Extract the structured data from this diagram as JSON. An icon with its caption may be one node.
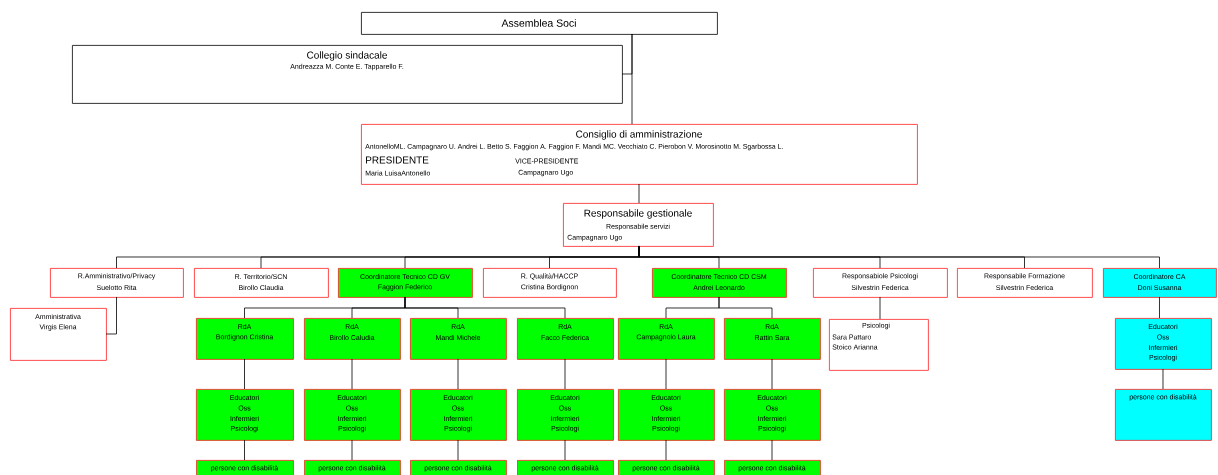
{
  "diagram": {
    "nodes": [
      {
        "text": [
          "Assemblea Soci"
        ]
      },
      {
        "text": [
          "Collegio sindacale",
          "Andreazza M.  Conte E.  Tapparello F."
        ]
      },
      {
        "text": [
          "Consiglio di amministrazione",
          "AntonelloML. Campagnaro U. Andrei L. Betto S. Faggion A. Faggion F. Mandi MC. Vecchiato C. Pierobon V. Morosinotto M. Sgarbossa L.",
          "PRESIDENTE",
          "VICE-PRESIDENTE",
          "Maria LuisaAntonello",
          "Campagnaro Ugo"
        ]
      },
      {
        "text": [
          "Responsabile gestionale",
          "Responsabile servizi",
          "Campagnaro Ugo"
        ]
      },
      {
        "text": [
          "R.Amministrativo/Privacy",
          "Suelotto Rita"
        ]
      },
      {
        "text": [
          "R. Territorio/SCN",
          "Birollo Claudia"
        ]
      },
      {
        "text": [
          "Coordinatore Tecnico CD GV",
          "Faggion Federico"
        ]
      },
      {
        "text": [
          "R. Qualità/HACCP",
          "Cristina Bordignon"
        ]
      },
      {
        "text": [
          "Coordinatore Tecnico CD CSM",
          "Andrei Leonardo"
        ]
      },
      {
        "text": [
          "Responsabiole Psicologi",
          "Silvestrin Federica"
        ]
      },
      {
        "text": [
          "Responsabile Formazione",
          "Silvestrin Federica"
        ]
      },
      {
        "text": [
          "Coordinatore CA",
          "Doni Susanna"
        ]
      },
      {
        "text": [
          "Amministrativa",
          "Virgis Elena"
        ]
      },
      {
        "text": [
          "RdA",
          "Bordignon Cristina"
        ]
      },
      {
        "text": [
          "RdA",
          "Birollo Caludia"
        ]
      },
      {
        "text": [
          "RdA",
          "Mandi Michele"
        ]
      },
      {
        "text": [
          "RdA",
          "Facco Federica"
        ]
      },
      {
        "text": [
          "RdA",
          "Campagnolo Laura"
        ]
      },
      {
        "text": [
          "RdA",
          "Rattin Sara"
        ]
      },
      {
        "text": [
          "Psicologi",
          "Sara Pattaro",
          "Stoico Arianna"
        ]
      },
      {
        "text": [
          "Educatori",
          "Oss",
          "Infermieri",
          "Psicologi"
        ]
      },
      {
        "text": [
          "Educatori",
          "Oss",
          "Infermieri",
          "Psicologi"
        ]
      },
      {
        "text": [
          "Educatori",
          "Oss",
          "Infermieri",
          "Psicologi"
        ]
      },
      {
        "text": [
          "Educatori",
          "Oss",
          "Infermieri",
          "Psicologi"
        ]
      },
      {
        "text": [
          "Educatori",
          "Oss",
          "Infermieri",
          "Psicologi"
        ]
      },
      {
        "text": [
          "Educatori",
          "Oss",
          "Infermieri",
          "Psicologi"
        ]
      },
      {
        "text": [
          "Educatori",
          "Oss",
          "Infermieri",
          "Psicologi"
        ]
      },
      {
        "text": [
          "persone con disabilità"
        ]
      },
      {
        "text": [
          "persone con disabilità"
        ]
      },
      {
        "text": [
          "persone con disabilità"
        ]
      },
      {
        "text": [
          "persone con disabilità"
        ]
      },
      {
        "text": [
          "persone con disabilità"
        ]
      },
      {
        "text": [
          "persone con disabilità"
        ]
      },
      {
        "text": [
          "persone con disabilità"
        ]
      }
    ],
    "edges": [
      {
        "from": 0,
        "to": 1,
        "arrow": "none"
      },
      {
        "from": 0,
        "to": 2,
        "arrow": "none"
      },
      {
        "from": 2,
        "to": 3,
        "arrow": "none"
      },
      {
        "from": 3,
        "to": 4,
        "arrow": "none"
      },
      {
        "from": 3,
        "to": 5,
        "arrow": "none"
      },
      {
        "from": 3,
        "to": 6,
        "arrow": "none"
      },
      {
        "from": 3,
        "to": 7,
        "arrow": "none"
      },
      {
        "from": 3,
        "to": 8,
        "arrow": "none"
      },
      {
        "from": 3,
        "to": 9,
        "arrow": "none"
      },
      {
        "from": 3,
        "to": 10,
        "arrow": "none"
      },
      {
        "from": 3,
        "to": 11,
        "arrow": "none"
      },
      {
        "from": 4,
        "to": 12,
        "arrow": "none"
      },
      {
        "from": 6,
        "to": 13,
        "arrow": "none"
      },
      {
        "from": 6,
        "to": 14,
        "arrow": "none"
      },
      {
        "from": 6,
        "to": 15,
        "arrow": "none"
      },
      {
        "from": 6,
        "to": 16,
        "arrow": "none"
      },
      {
        "from": 8,
        "to": 17,
        "arrow": "none"
      },
      {
        "from": 8,
        "to": 18,
        "arrow": "none"
      },
      {
        "from": 9,
        "to": 19,
        "arrow": "none"
      },
      {
        "from": 11,
        "to": 20,
        "arrow": "none"
      },
      {
        "from": 13,
        "to": 21,
        "arrow": "none"
      },
      {
        "from": 14,
        "to": 22,
        "arrow": "none"
      },
      {
        "from": 15,
        "to": 23,
        "arrow": "none"
      },
      {
        "from": 16,
        "to": 24,
        "arrow": "none"
      },
      {
        "from": 17,
        "to": 25,
        "arrow": "none"
      },
      {
        "from": 18,
        "to": 26,
        "arrow": "none"
      },
      {
        "from": 20,
        "to": 27,
        "arrow": "none"
      },
      {
        "from": 21,
        "to": 28,
        "arrow": "none"
      },
      {
        "from": 22,
        "to": 29,
        "arrow": "none"
      },
      {
        "from": 23,
        "to": 30,
        "arrow": "none"
      },
      {
        "from": 24,
        "to": 31,
        "arrow": "none"
      },
      {
        "from": 25,
        "to": 32,
        "arrow": "none"
      },
      {
        "from": 26,
        "to": 33,
        "arrow": "none"
      }
    ]
  }
}
